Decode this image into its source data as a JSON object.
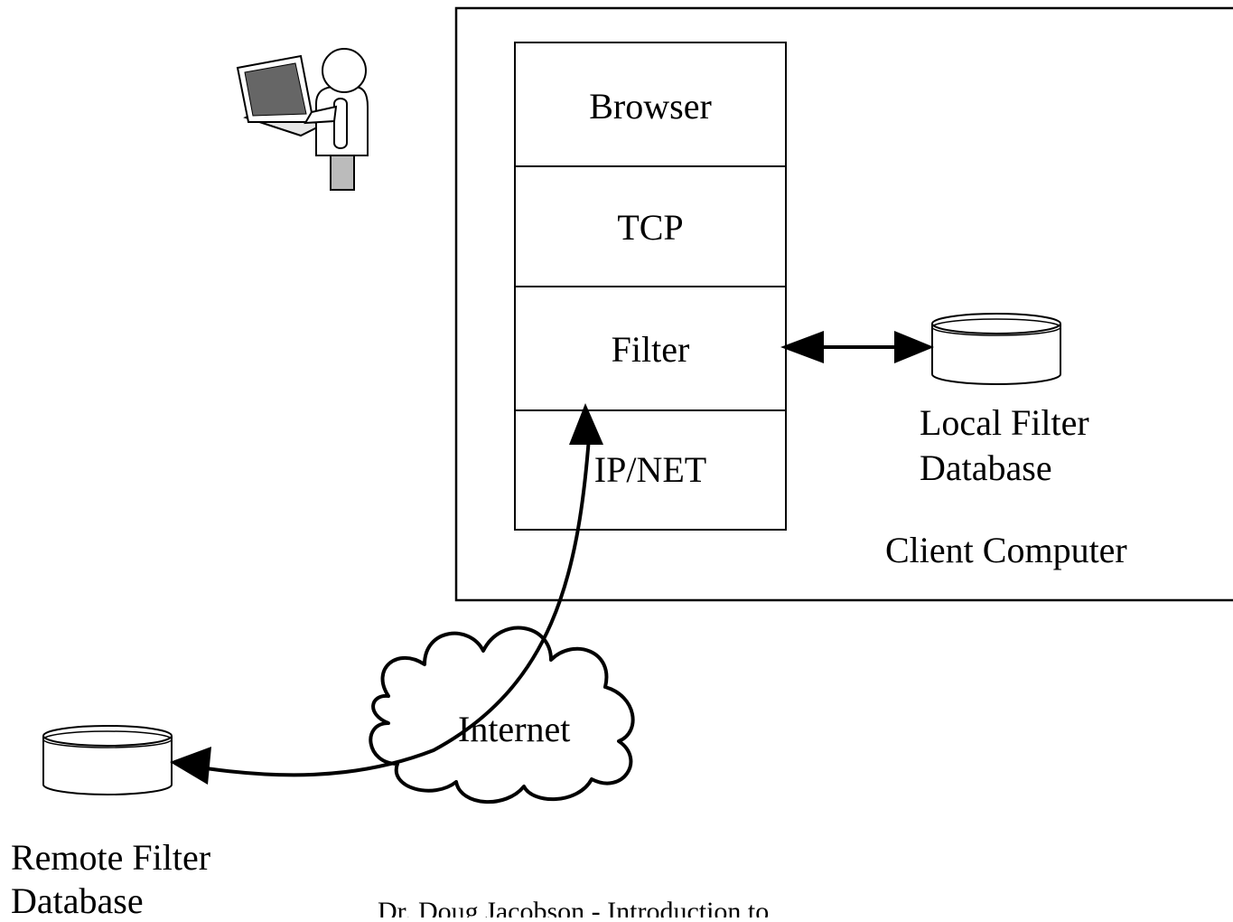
{
  "diagram": {
    "stack_layers": [
      "Browser",
      "TCP",
      "Filter",
      "IP/NET"
    ],
    "client_label": "Client Computer",
    "local_db": {
      "line1": "Local Filter",
      "line2": "Database"
    },
    "remote_db": {
      "line1": "Remote Filter",
      "line2": "Database"
    },
    "cloud_label": "Internet",
    "footer": "Dr. Doug Jacobson - Introduction to"
  },
  "icons": [
    "user-at-laptop-icon",
    "database-icon",
    "cloud-icon"
  ]
}
